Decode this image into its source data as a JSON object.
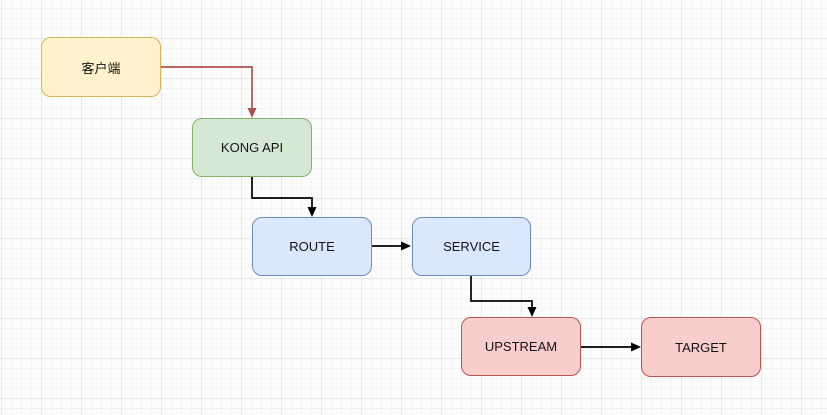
{
  "diagram": {
    "type": "flowchart",
    "description": "Kong API gateway request flow diagram on a gridded whiteboard canvas",
    "canvas": {
      "background": "#fcfcfc",
      "grid_minor_color": "#f4f4f4",
      "grid_major_color": "#e7e7e7",
      "text_color": "#141414"
    },
    "nodes": [
      {
        "id": "client",
        "label": "客户端",
        "fill": "#fff2cc",
        "border": "#d6b656"
      },
      {
        "id": "kong-api",
        "label": "KONG API",
        "fill": "#d5e8d4",
        "border": "#82b366"
      },
      {
        "id": "route",
        "label": "ROUTE",
        "fill": "#dae8fc",
        "border": "#6c8ebf"
      },
      {
        "id": "service",
        "label": "SERVICE",
        "fill": "#dae8fc",
        "border": "#6c8ebf"
      },
      {
        "id": "upstream",
        "label": "UPSTREAM",
        "fill": "#f8cecc",
        "border": "#b85450"
      },
      {
        "id": "target",
        "label": "TARGET",
        "fill": "#f8cecc",
        "border": "#b85450"
      }
    ],
    "edges": [
      {
        "from": "client",
        "to": "kong-api",
        "color": "#b05250"
      },
      {
        "from": "kong-api",
        "to": "route",
        "color": "#000000"
      },
      {
        "from": "route",
        "to": "service",
        "color": "#000000"
      },
      {
        "from": "service",
        "to": "upstream",
        "color": "#000000"
      },
      {
        "from": "upstream",
        "to": "target",
        "color": "#000000"
      }
    ]
  }
}
